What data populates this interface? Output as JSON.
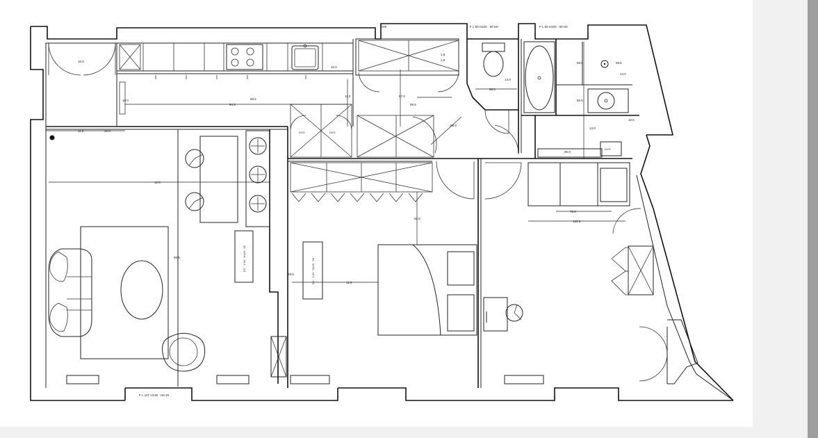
{
  "plan": {
    "labels": {
      "top_mid": "F L 90 H100 · 90 H0",
      "top_right": "F L 90 H100 · 90 H0",
      "top_small": "H00",
      "bottom": "F L 107 H130 · H6 20",
      "wc_right": "1.8",
      "wc_bot": "1.8"
    },
    "dims": [
      "10.5",
      "94.5",
      "11.5",
      "12.0",
      "12.5",
      "58.5",
      "11.0",
      "57.0",
      "99.5",
      "68.5",
      "99.5",
      "58.5",
      "11.0",
      "92.5",
      "98.5",
      "13.0",
      "75.0",
      "120.5",
      "68.5",
      "56.5",
      "13.0",
      "10.6",
      "95.0",
      "12.0",
      "58.5",
      "14.0",
      "10.0"
    ],
    "furniture_text": {
      "desk_left": "DV · 1 90 · H120 · 90",
      "desk_mid": "DV · 1 90 · H120 · 90",
      "closet_a": "DVG",
      "closet_b": "DVG",
      "closet_c": "DVG"
    }
  }
}
